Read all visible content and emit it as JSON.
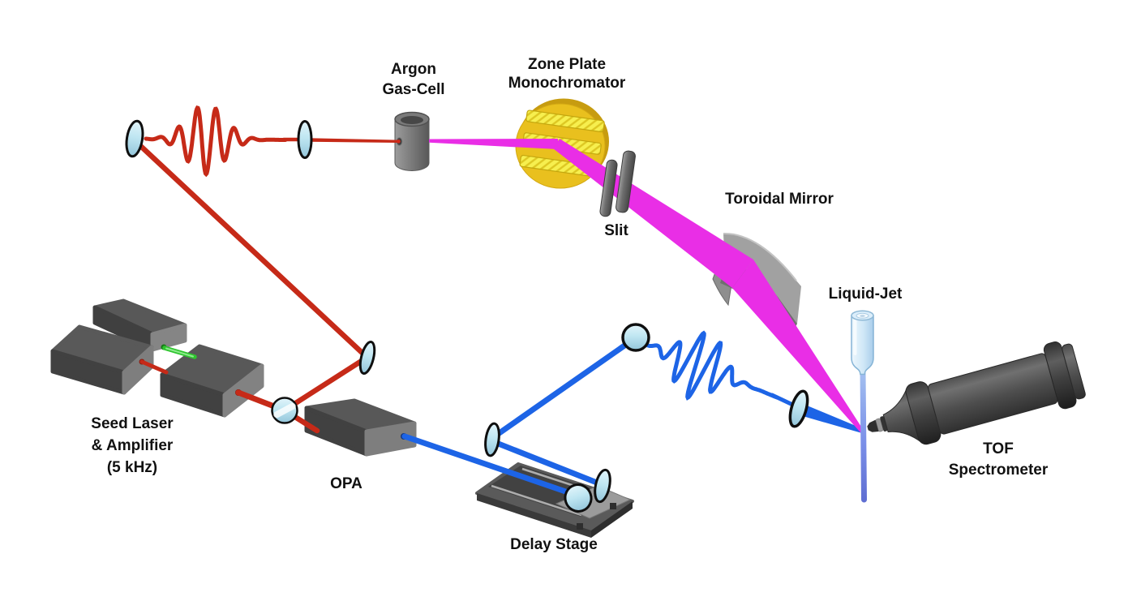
{
  "figure": {
    "labels": {
      "seed_laser": {
        "lines": [
          "Seed Laser",
          "& Amplifier",
          "(5 kHz)"
        ]
      },
      "opa": {
        "lines": [
          "OPA"
        ]
      },
      "delay_stage": {
        "lines": [
          "Delay Stage"
        ]
      },
      "argon_gas_cell": {
        "lines": [
          "Argon",
          "Gas-Cell"
        ]
      },
      "zone_plate_monochromator": {
        "lines": [
          "Zone Plate",
          "Monochromator"
        ]
      },
      "slit": {
        "lines": [
          "Slit"
        ]
      },
      "toroidal_mirror": {
        "lines": [
          "Toroidal Mirror"
        ]
      },
      "liquid_jet": {
        "lines": [
          "Liquid-Jet"
        ]
      },
      "tof_spectrometer": {
        "lines": [
          "TOF",
          "Spectrometer"
        ]
      }
    },
    "colors": {
      "ir_red": "#c62a18",
      "ir_red_bright": "#d42918",
      "seed_green": "#2fc42f",
      "seed_green_core": "#8cea8c",
      "uv_blue": "#1d64e6",
      "xuv_magenta": "#e92ee6",
      "zone_plate_gold": "#e9c01e",
      "optic_fill": "#c9e9f4",
      "hardware_gray": "#4d4d4d",
      "text": "#111111"
    }
  }
}
